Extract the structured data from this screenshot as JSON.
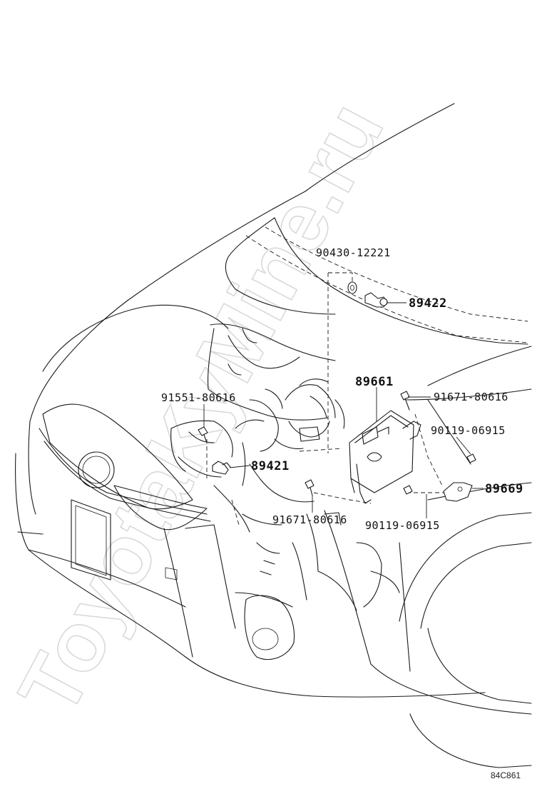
{
  "watermark": "ToyotaKyMine.ru",
  "diagram_code": "84C861",
  "callouts": {
    "washer_top": "90430-12221",
    "sensor_top": "89422",
    "ecu": "89661",
    "bolt_ecu_top": "91671-80616",
    "bolt_left": "91551-80616",
    "sensor_left": "89421",
    "bolt_right_upper": "90119-06915",
    "bracket": "89669",
    "bolt_bottom": "91671-80616",
    "bolt_right_lower": "90119-06915"
  }
}
